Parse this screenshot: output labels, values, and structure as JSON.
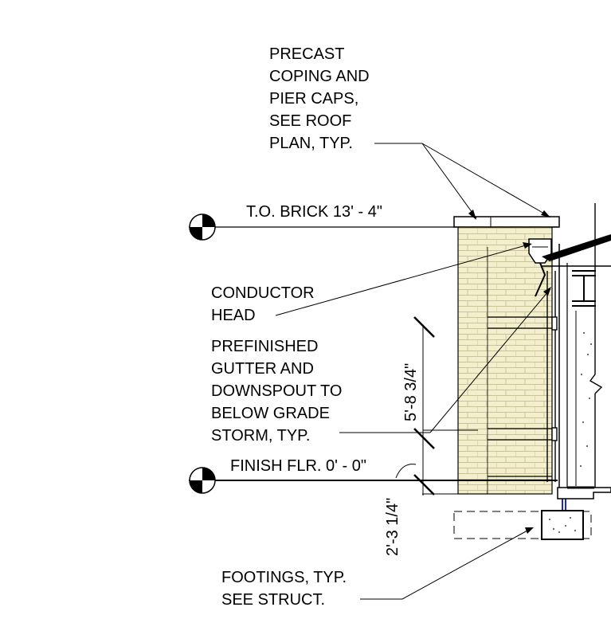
{
  "notes": {
    "coping": [
      "PRECAST",
      "COPING AND",
      "PIER CAPS,",
      "SEE ROOF",
      "PLAN, TYP."
    ],
    "conductor": [
      "CONDUCTOR",
      "HEAD"
    ],
    "gutter": [
      "PREFINISHED",
      "GUTTER AND",
      "DOWNSPOUT TO",
      "BELOW GRADE",
      "STORM, TYP."
    ],
    "footings": [
      "FOOTINGS, TYP.",
      "SEE STRUCT."
    ]
  },
  "levels": {
    "brick_top": "T.O. BRICK 13' - 4\"",
    "finish_floor": "FINISH FLR. 0' - 0\""
  },
  "dimensions": {
    "upper": "5'-8 3/4\"",
    "lower": "2'-3 1/4\""
  },
  "colors": {
    "brick": "#f3efcc",
    "brick_lines": "#c9c39a",
    "downspout_accent": "#2222cc",
    "line": "#000000"
  }
}
